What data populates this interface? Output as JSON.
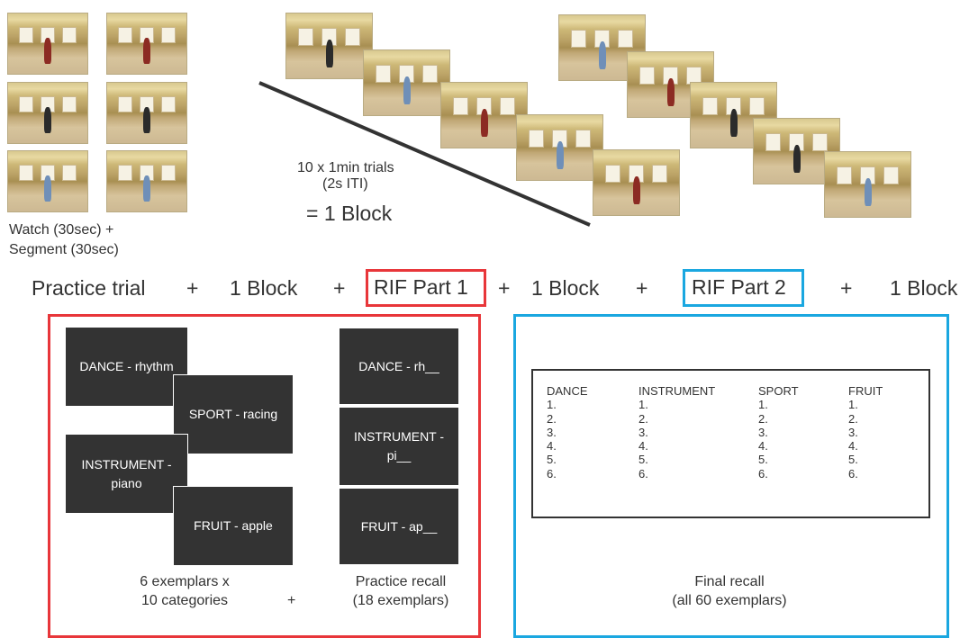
{
  "colors": {
    "rif1": "#e8363a",
    "rif2": "#1aa7e0",
    "text": "#333333",
    "card": "#333333"
  },
  "top": {
    "watch_caption": [
      "Watch (30sec) +",
      "Segment (30sec)"
    ],
    "trials_line1": "10 x 1min trials",
    "trials_line2": "(2s ITI)",
    "block_line": "= 1 Block"
  },
  "flow": {
    "practice_trial": "Practice trial",
    "plus": "+",
    "one_block": "1 Block",
    "rif_part1": "RIF Part 1",
    "rif_part2": "RIF Part 2"
  },
  "rif1": {
    "study_cards": [
      {
        "lines": [
          "DANCE - rhythm"
        ]
      },
      {
        "lines": [
          "SPORT - racing"
        ]
      },
      {
        "lines": [
          "INSTRUMENT -",
          "piano"
        ]
      },
      {
        "lines": [
          "FRUIT - apple"
        ]
      }
    ],
    "practice_cards": [
      {
        "lines": [
          "DANCE - rh__"
        ]
      },
      {
        "lines": [
          "INSTRUMENT -",
          "pi__"
        ]
      },
      {
        "lines": [
          "FRUIT - ap__"
        ]
      }
    ],
    "caption_left": [
      "6 exemplars x",
      "10 categories"
    ],
    "caption_plus": "+",
    "caption_right": [
      "Practice recall",
      "(18 exemplars)"
    ]
  },
  "rif2": {
    "columns": [
      {
        "header": "DANCE",
        "items": [
          "1.",
          "2.",
          "3.",
          "4.",
          "5.",
          "6."
        ]
      },
      {
        "header": "INSTRUMENT",
        "items": [
          "1.",
          "2.",
          "3.",
          "4.",
          "5.",
          "6."
        ]
      },
      {
        "header": "SPORT",
        "items": [
          "1.",
          "2.",
          "3.",
          "4.",
          "5.",
          "6."
        ]
      },
      {
        "header": "FRUIT",
        "items": [
          "1.",
          "2.",
          "3.",
          "4.",
          "5.",
          "6."
        ]
      }
    ],
    "caption": [
      "Final recall",
      "(all 60 exemplars)"
    ]
  }
}
